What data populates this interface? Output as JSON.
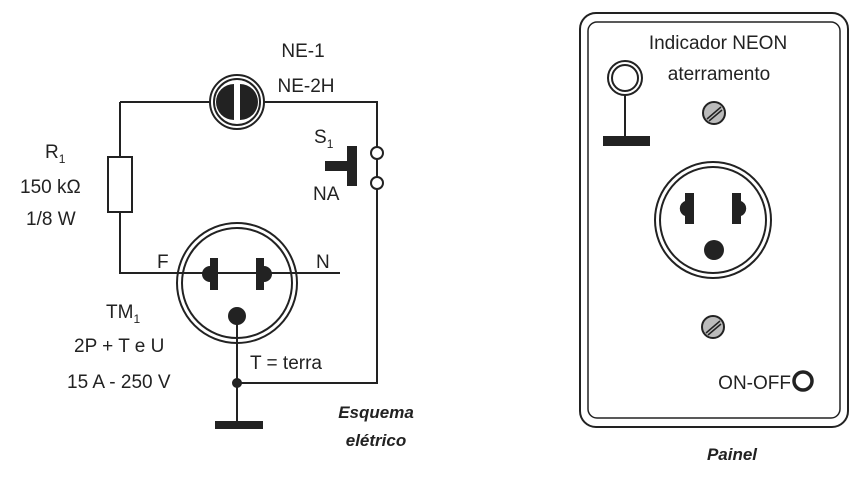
{
  "schematic": {
    "lamp_label": "NE-1",
    "lamp_type": "NE-2H",
    "switch_label": "S",
    "switch_sub": "1",
    "switch_type": "NA",
    "resistor_label": "R",
    "resistor_sub": "1",
    "resistor_value": "150 kΩ",
    "resistor_power": "1/8 W",
    "phase_label": "F",
    "neutral_label": "N",
    "socket_label": "TM",
    "socket_sub": "1",
    "socket_type": "2P + T e U",
    "socket_rating": "15 A - 250 V",
    "ground_label": "T = terra",
    "caption_line1": "Esquema",
    "caption_line2": "elétrico"
  },
  "panel": {
    "title": "Indicador NEON",
    "indicator_label": "aterramento",
    "switch_label": "ON-OFF",
    "caption": "Painel"
  }
}
